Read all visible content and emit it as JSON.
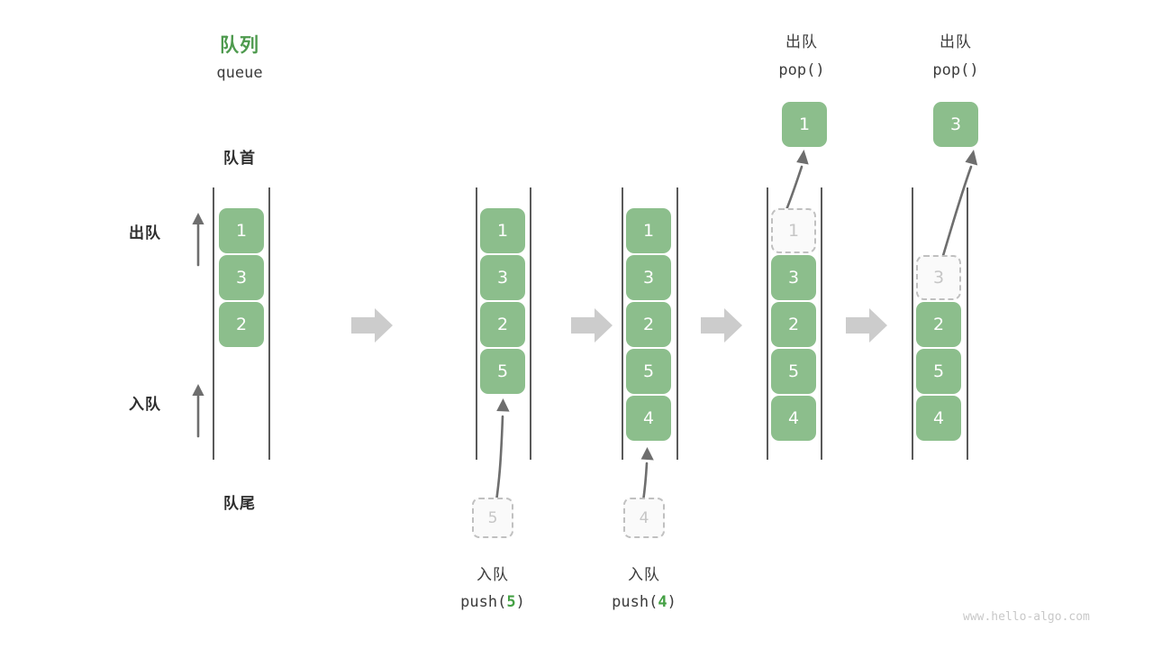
{
  "meta": {
    "watermark": "www.hello-algo.com"
  },
  "header": {
    "queue_title_cn": "队列",
    "queue_title_code": "queue",
    "front_label": "队首",
    "rear_label": "队尾"
  },
  "side_labels": {
    "dequeue": "出队",
    "enqueue": "入队"
  },
  "columns": [
    {
      "id": "initial",
      "cells": [
        "1",
        "3",
        "2"
      ],
      "ghost_index": -1
    },
    {
      "id": "after-push-5",
      "cells": [
        "1",
        "3",
        "2",
        "5"
      ],
      "ghost_index": -1
    },
    {
      "id": "after-push-4",
      "cells": [
        "1",
        "3",
        "2",
        "5",
        "4"
      ],
      "ghost_index": -1
    },
    {
      "id": "pop-1",
      "cells": [
        "1",
        "3",
        "2",
        "5",
        "4"
      ],
      "ghost_index": 0
    },
    {
      "id": "pop-3",
      "cells": [
        "",
        "3",
        "2",
        "5",
        "4"
      ],
      "ghost_index": 1
    }
  ],
  "push_ops": [
    {
      "ghost_value": "5",
      "op_cn": "入队",
      "code_prefix": "push(",
      "code_value": "5",
      "code_suffix": ")"
    },
    {
      "ghost_value": "4",
      "op_cn": "入队",
      "code_prefix": "push(",
      "code_value": "4",
      "code_suffix": ")"
    }
  ],
  "pop_ops": [
    {
      "op_cn": "出队",
      "code": "pop()",
      "popped_value": "1"
    },
    {
      "op_cn": "出队",
      "code": "pop()",
      "popped_value": "3"
    }
  ],
  "colors": {
    "element_green": "#8CBE8C",
    "title_green": "#4E9A4E",
    "accent_green": "#44A044",
    "rail_gray": "#5A5A5A",
    "ghost_border": "#C0C0C0",
    "ghost_text": "#C6C6C6",
    "arrow_gray": "#6E6E6E",
    "step_arrow_gray": "#CCCCCC",
    "text_dark": "#2E2E2E",
    "watermark_gray": "#C8C8C8"
  }
}
